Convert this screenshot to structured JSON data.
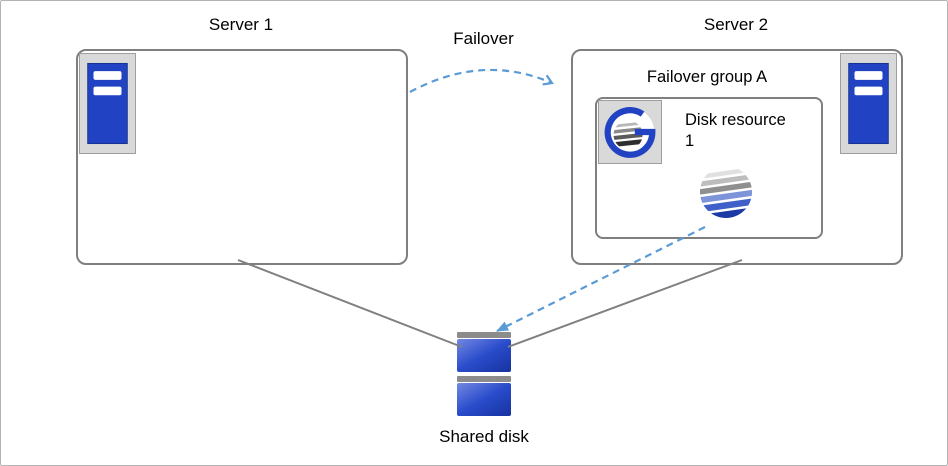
{
  "diagram": {
    "type": "cluster-failover-diagram",
    "nodes": {
      "server1": {
        "label": "Server 1",
        "icon": "server-icon"
      },
      "server2": {
        "label": "Server 2",
        "icon": "server-icon"
      },
      "failover_group": {
        "label": "Failover group A",
        "icon": "cluster-logo-icon"
      },
      "disk_resource": {
        "label": "Disk resource 1",
        "icon": "striped-sphere-icon"
      },
      "shared_disk": {
        "label": "Shared disk",
        "icon": "disk-stack-icon"
      }
    },
    "edges": {
      "failover": {
        "label": "Failover",
        "from": "server1",
        "to": "server2",
        "style": "dashed-arrow",
        "color": "#5b9bd5"
      },
      "resource_to_disk": {
        "from": "disk_resource",
        "to": "shared_disk",
        "style": "dashed-arrow",
        "color": "#5b9bd5"
      },
      "server1_to_disk": {
        "from": "server1",
        "to": "shared_disk",
        "style": "solid-line",
        "color": "#808080"
      },
      "server2_to_disk": {
        "from": "server2",
        "to": "shared_disk",
        "style": "solid-line",
        "color": "#808080"
      }
    },
    "colors": {
      "box_border": "#7f7f7f",
      "icon_panel_bg": "#d9d9d9",
      "brand_blue": "#2143c3",
      "arrow_blue": "#5b9bd5",
      "line_gray": "#808080",
      "canvas_border": "#b3b3b3"
    }
  }
}
